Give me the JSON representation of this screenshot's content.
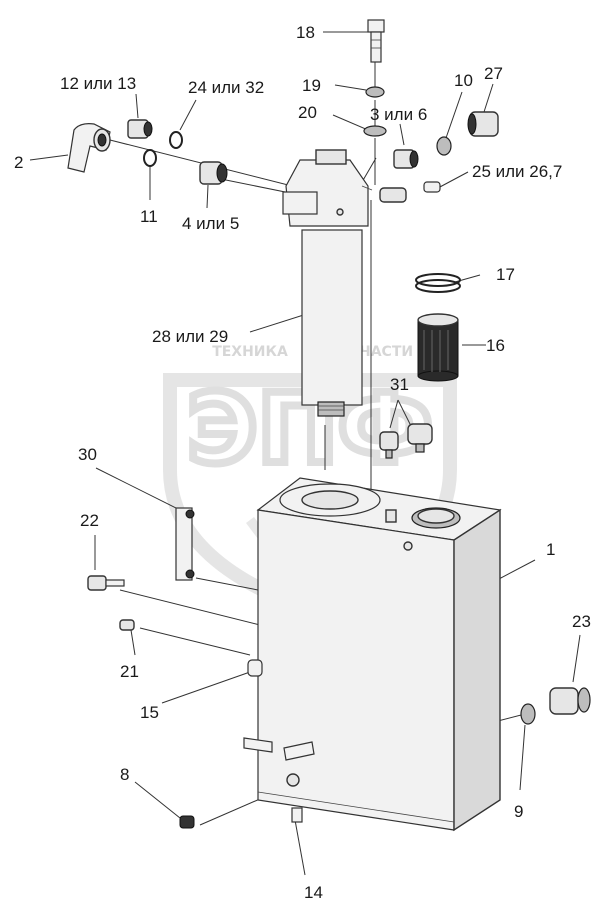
{
  "watermark": {
    "brand_text": "ЭПФ",
    "caption_left": "ТЕХНИКА",
    "caption_right": "ЗАПЧАСТИ"
  },
  "callouts": {
    "c1": "1",
    "c2": "2",
    "c8": "8",
    "c9": "9",
    "c10": "10",
    "c11": "11",
    "c12_13": "12 или 13",
    "c14": "14",
    "c15": "15",
    "c16": "16",
    "c17": "17",
    "c18": "18",
    "c19": "19",
    "c20": "20",
    "c21": "21",
    "c22": "22",
    "c23": "23",
    "c24_32": "24 или 32",
    "c25_26_7": "25 или 26,7",
    "c27": "27",
    "c28_29": "28 или 29",
    "c30": "30",
    "c31": "31",
    "c3_6": "3 или 6",
    "c4_5": "4 или 5"
  }
}
